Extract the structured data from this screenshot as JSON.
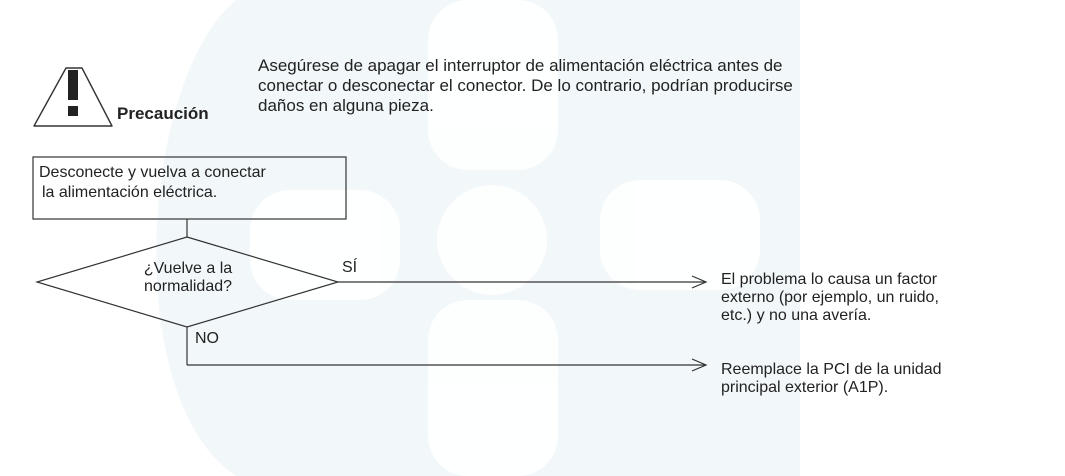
{
  "caution": {
    "label": "Precaución",
    "text_lines": [
      "Asegúrese de apagar el interruptor de alimentación eléctrica antes de",
      "conectar o desconectar el conector. De lo contrario, podrían producirse",
      "daños en alguna pieza."
    ]
  },
  "flow": {
    "start_box": {
      "lines": [
        "Desconecte y vuelva a conectar",
        "la alimentación eléctrica."
      ]
    },
    "decision": {
      "lines": [
        "¿Vuelve a la",
        "normalidad?"
      ],
      "yes_label": "SÍ",
      "no_label": "NO"
    },
    "outcome_yes": {
      "lines": [
        "El problema lo causa un factor",
        "externo (por ejemplo, un ruido,",
        "etc.) y no una avería."
      ]
    },
    "outcome_no": {
      "lines": [
        "Reemplace la PCI de la unidad",
        "principal exterior (A1P)."
      ]
    }
  },
  "colors": {
    "watermark": "#e7f1f5",
    "line": "#333333",
    "text": "#222222"
  }
}
